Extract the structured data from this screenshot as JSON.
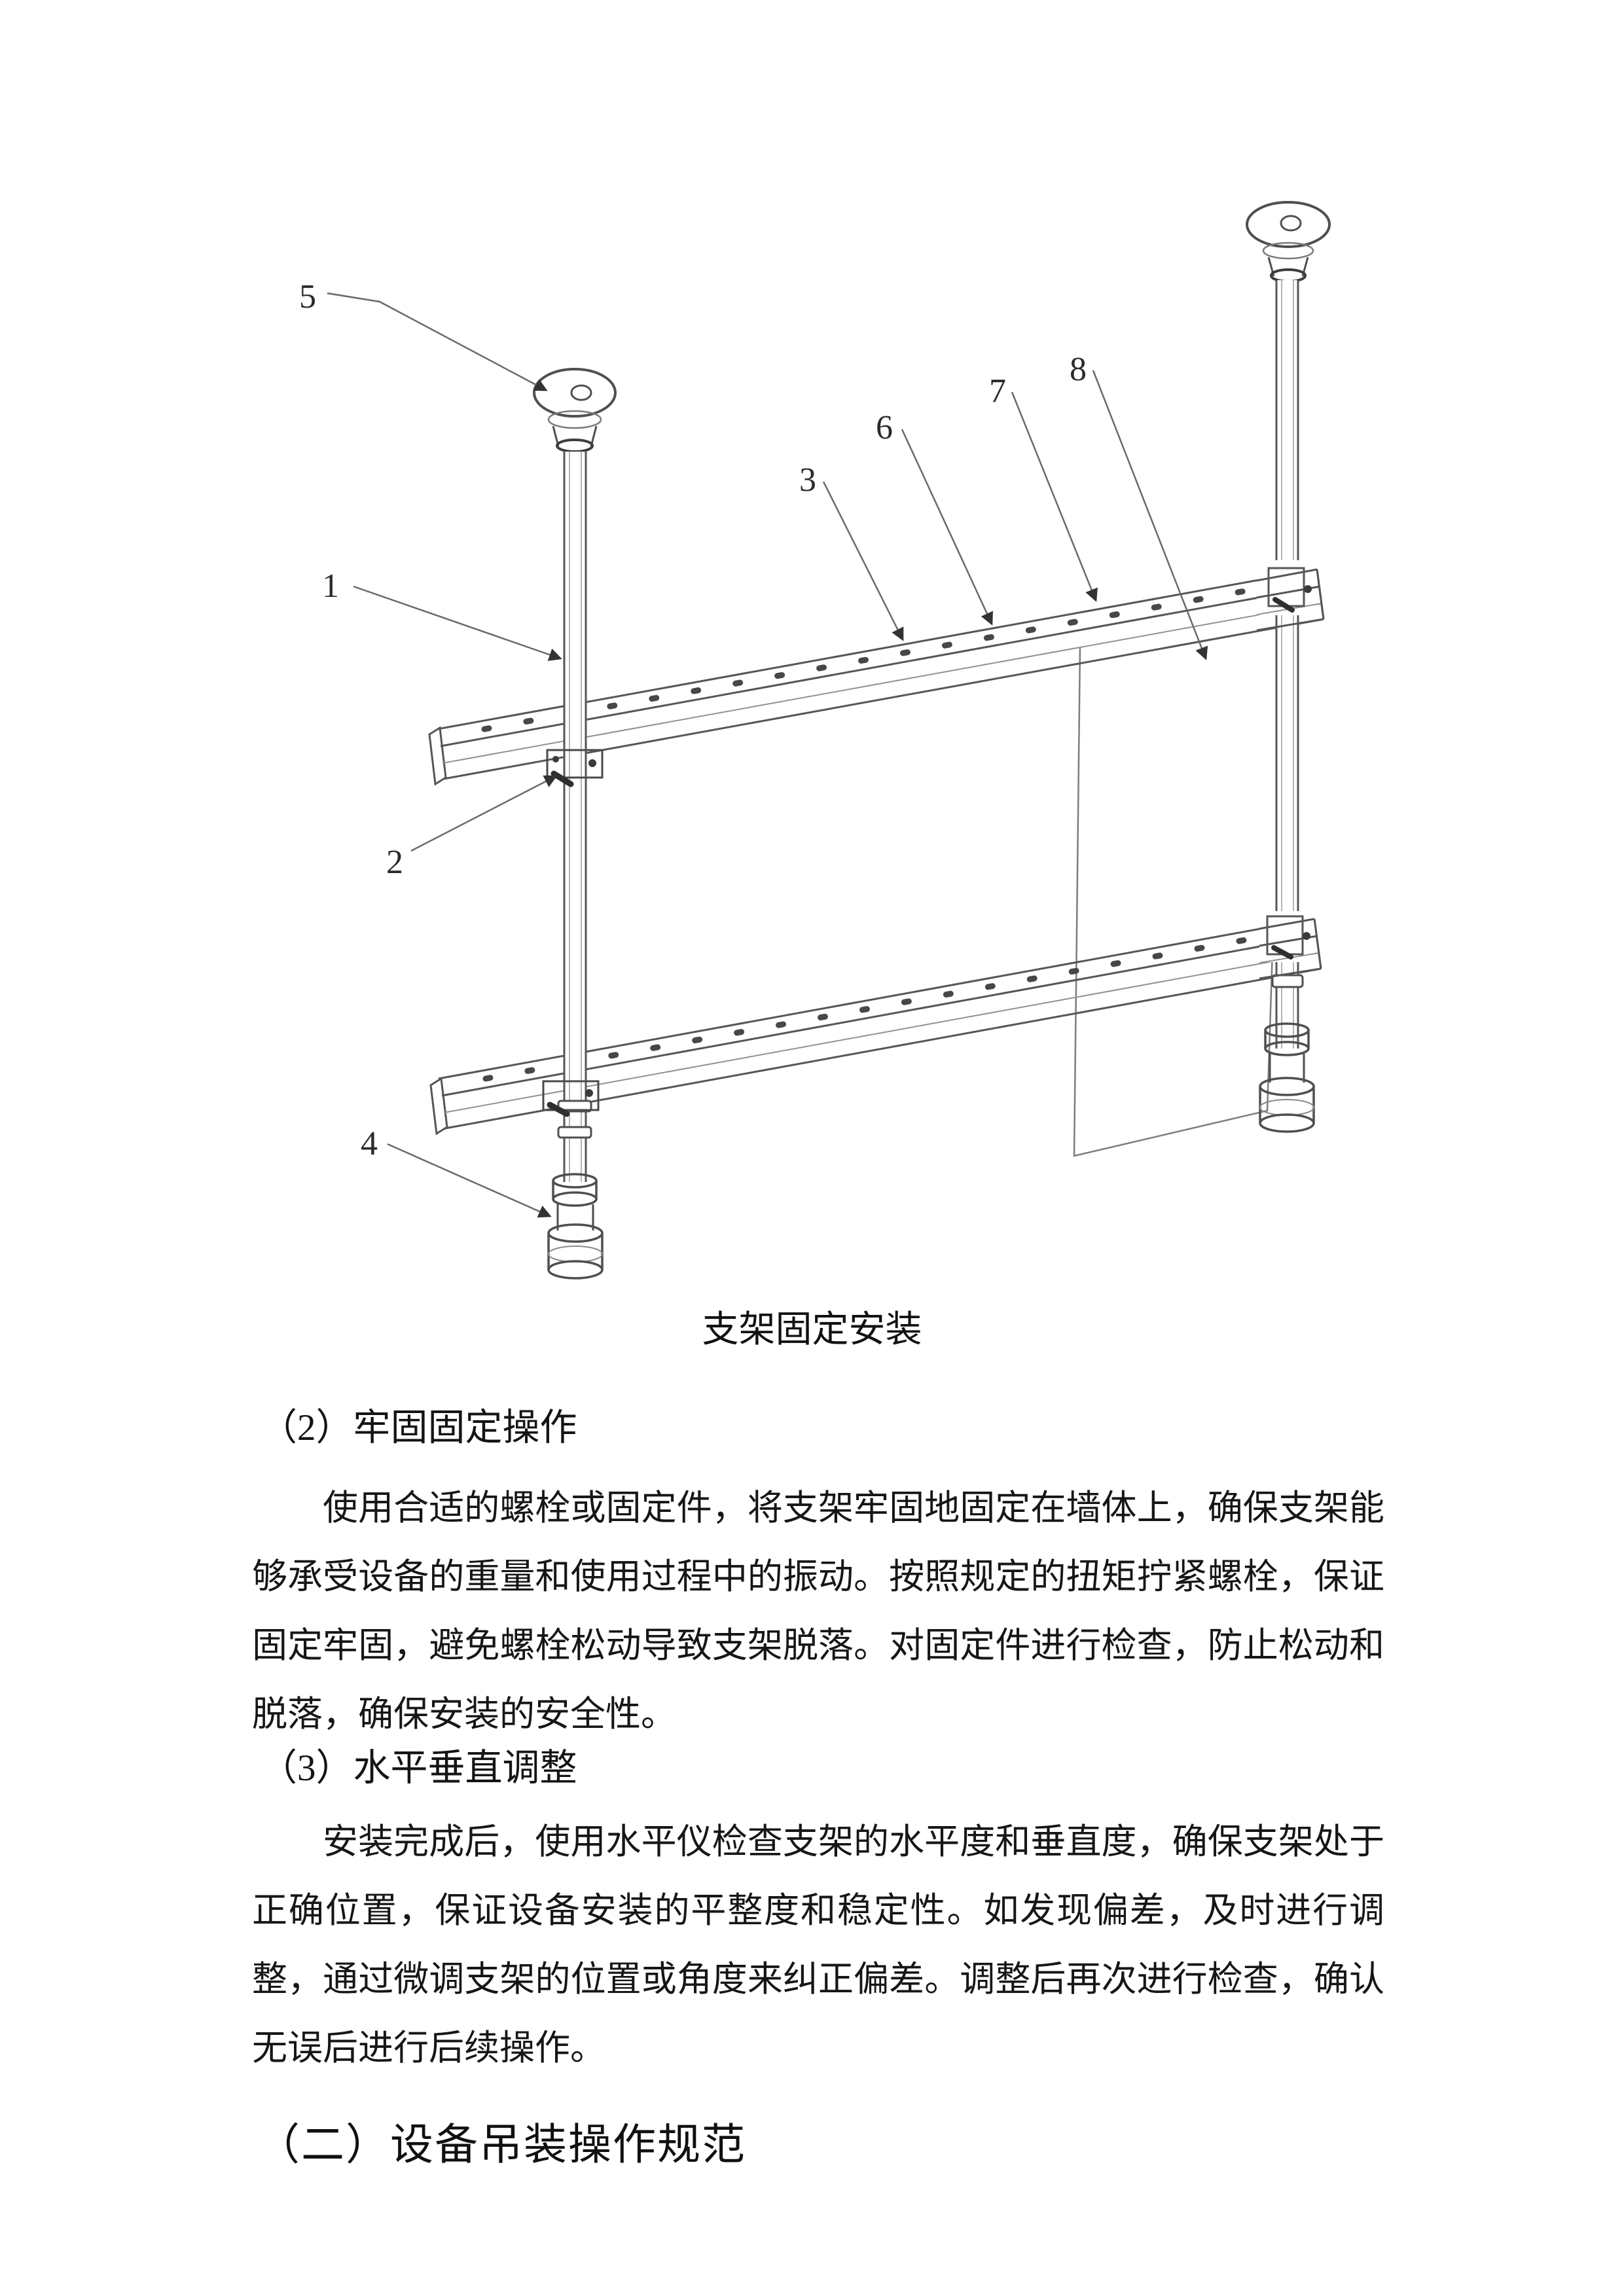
{
  "document": {
    "figure": {
      "caption": "支架固定安装",
      "callout_labels": [
        "1",
        "2",
        "3",
        "4",
        "5",
        "6",
        "7",
        "8"
      ]
    },
    "sections": [
      {
        "heading": "（2）牢固固定操作",
        "body": "使用合适的螺栓或固定件，将支架牢固地固定在墙体上，确保支架能够承受设备的重量和使用过程中的振动。按照规定的扭矩拧紧螺栓，保证固定牢固，避免螺栓松动导致支架脱落。对固定件进行检查，防止松动和脱落，确保安装的安全性。"
      },
      {
        "heading": "（3）水平垂直调整",
        "body": "安装完成后，使用水平仪检查支架的水平度和垂直度，确保支架处于正确位置，保证设备安装的平整度和稳定性。如发现偏差，及时进行调整，通过微调支架的位置或角度来纠正偏差。调整后再次进行检查，确认无误后进行后续操作。"
      }
    ],
    "next_section_heading": "（二）设备吊装操作规范",
    "colors": {
      "ink": "#2b2b2b",
      "line": "#5a5a5a",
      "line_light": "#929292"
    }
  }
}
